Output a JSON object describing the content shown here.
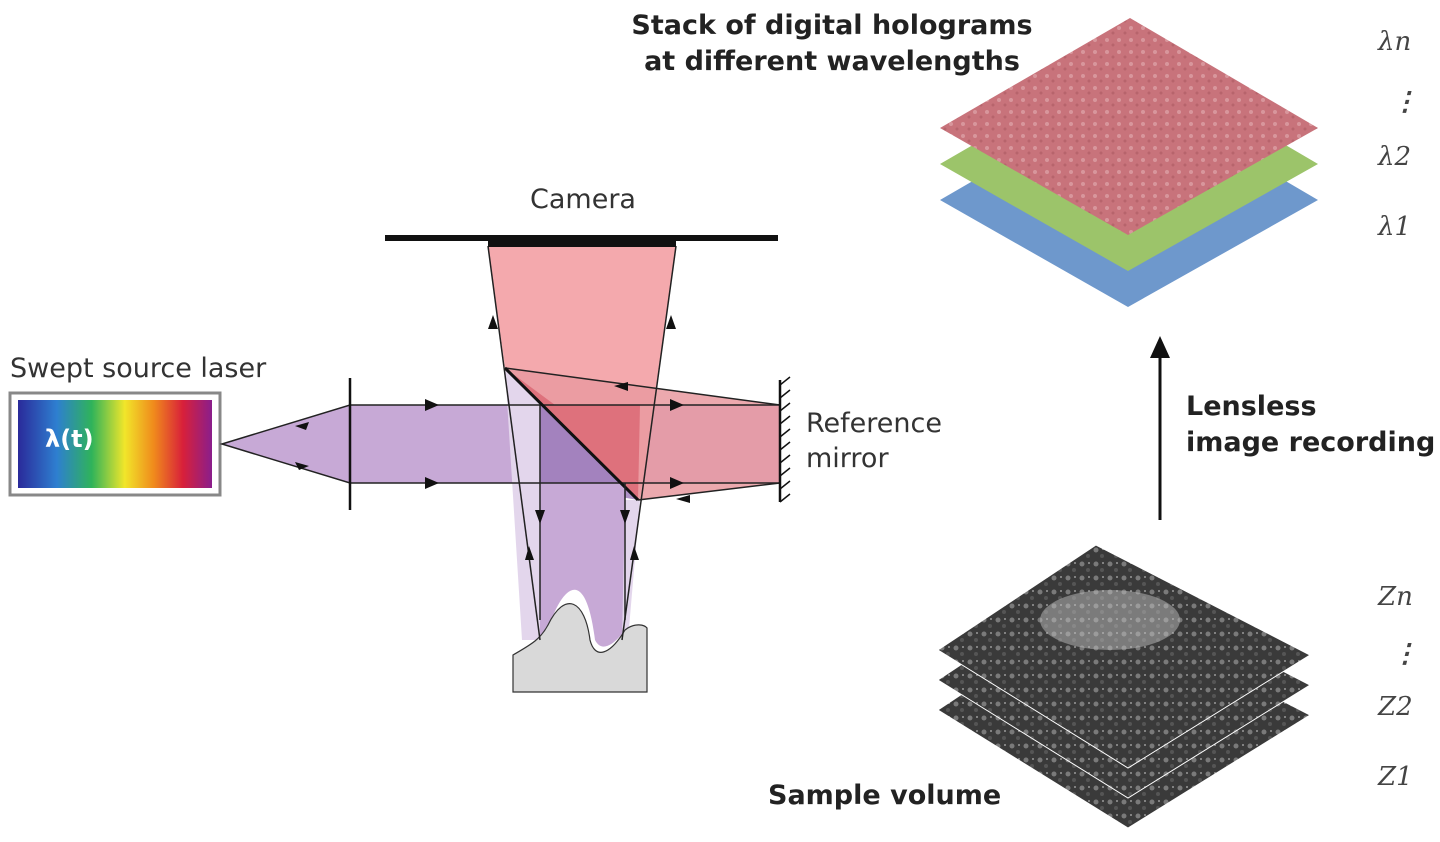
{
  "labels": {
    "camera": "Camera",
    "laser": "Swept source laser",
    "laser_symbol": "λ(t)",
    "reference_line1": "Reference",
    "reference_line2": "mirror",
    "stack_line1": "Stack of digital holograms",
    "stack_line2": "at different wavelengths",
    "recording_line1": "Lensless",
    "recording_line2": "image recording",
    "sample_volume": "Sample volume",
    "lambda_n": "λn",
    "lambda_2": "λ2",
    "lambda_1": "λ1",
    "z_n": "Zn",
    "z_2": "Z2",
    "z_1": "Z1",
    "dots": "⋮"
  },
  "colors": {
    "hologram_red": "#c8737b",
    "hologram_green": "#9cc46a",
    "hologram_blue": "#6e98cc",
    "beam_purple": "#c7a9d6",
    "beam_pink": "#f4a9ad",
    "reference_red": "#e37a84",
    "sample_gray": "#d9d9d9"
  }
}
